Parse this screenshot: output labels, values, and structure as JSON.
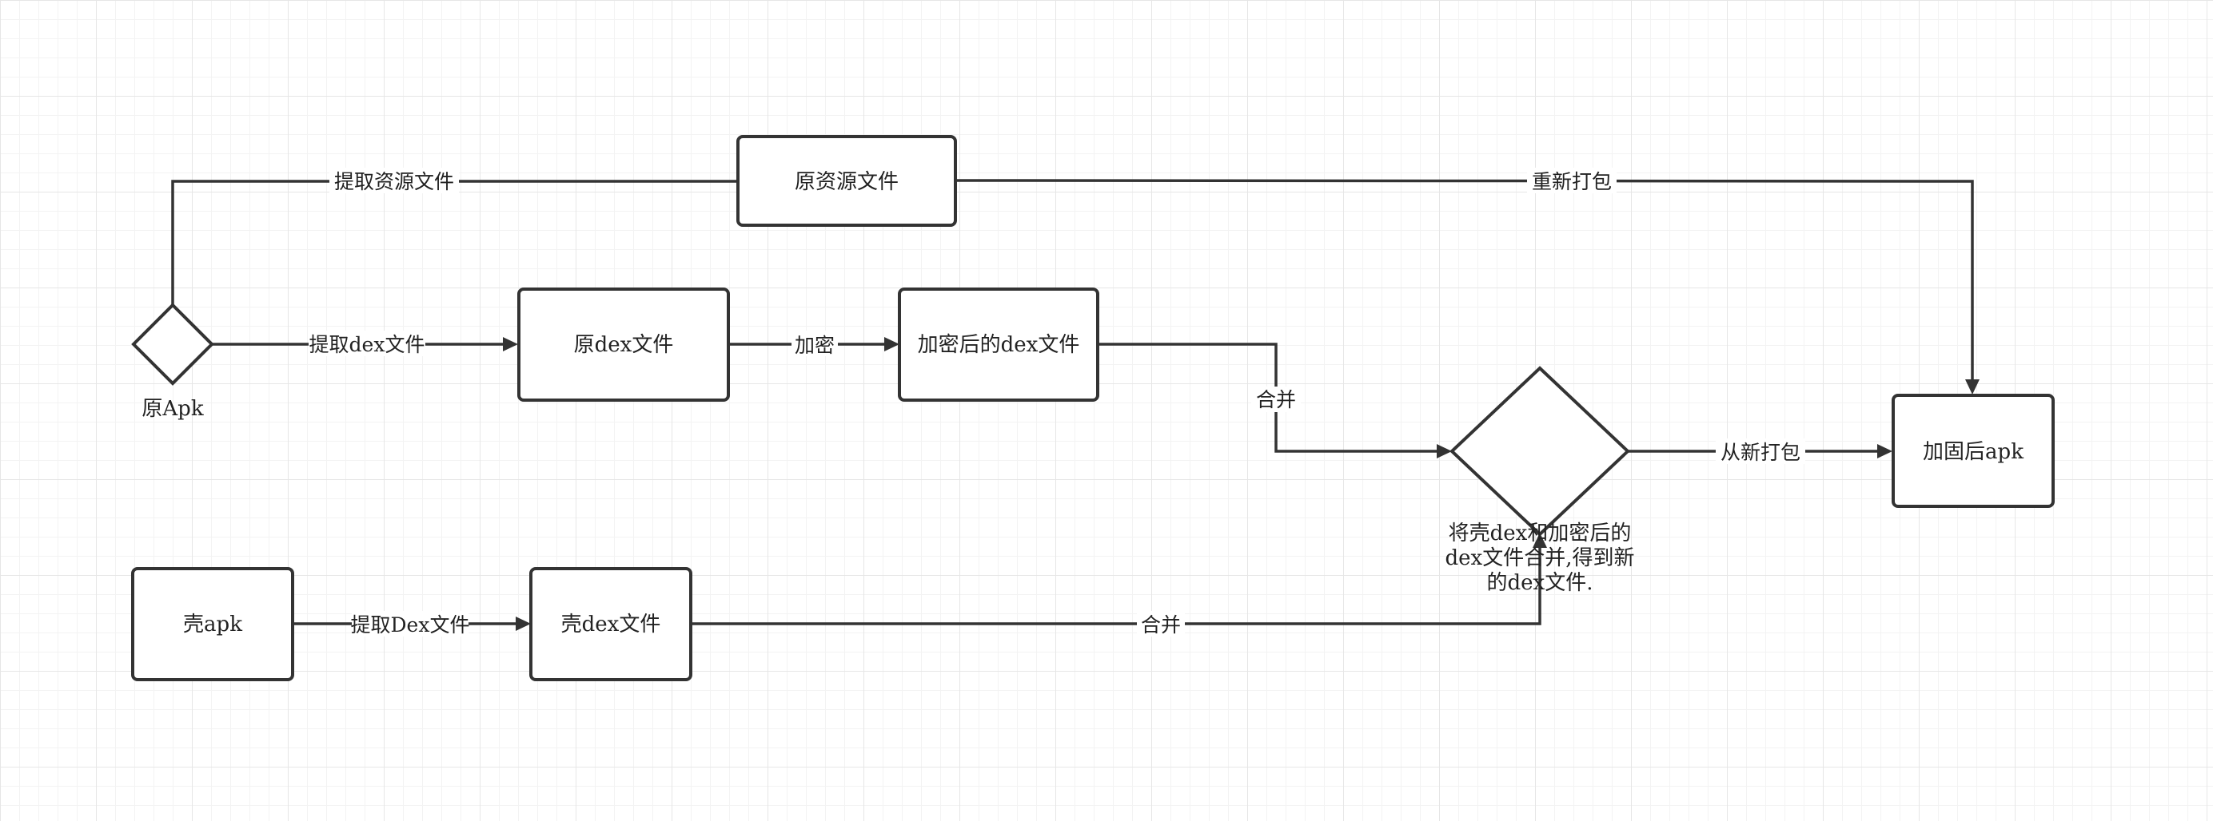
{
  "colors": {
    "stroke": "#333333",
    "text": "#222222",
    "background": "#ffffff",
    "grid": "#e6e6e6"
  },
  "nodes": {
    "orig_apk": "原Apk",
    "orig_resources": "原资源文件",
    "orig_dex": "原dex文件",
    "encrypted_dex": "加密后的dex文件",
    "shell_apk": "壳apk",
    "shell_dex": "壳dex文件",
    "merge_decision_lines": [
      "将壳dex和加密后的",
      "dex文件合并,得到新",
      "的dex文件."
    ],
    "hardened_apk": "加固后apk"
  },
  "edges": {
    "extract_resources": "提取资源文件",
    "repack": "重新打包",
    "extract_dex": "提取dex文件",
    "encrypt": "加密",
    "merge_top": "合并",
    "repack_again": "从新打包",
    "extract_shell_dex": "提取Dex文件",
    "merge_bottom": "合并"
  }
}
